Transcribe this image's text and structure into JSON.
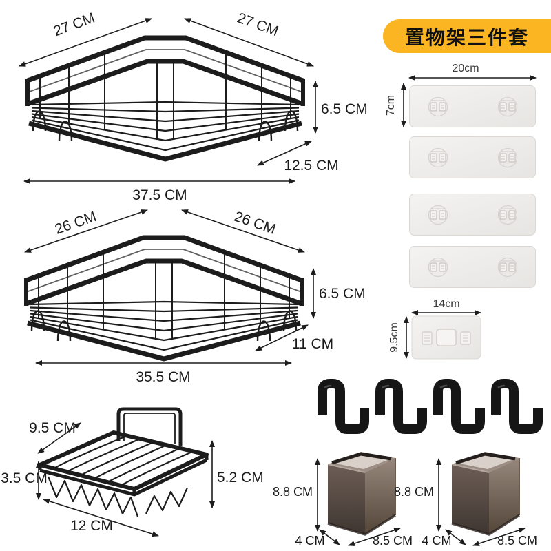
{
  "title_badge": {
    "text": "置物架三件套",
    "bg_color": "#FBB422"
  },
  "shelf_large": {
    "arm_left_label": "27 CM",
    "arm_right_label": "27 CM",
    "height_label": "6.5 CM",
    "depth_label": "12.5 CM",
    "width_label": "37.5 CM"
  },
  "shelf_small": {
    "arm_left_label": "26 CM",
    "arm_right_label": "26 CM",
    "height_label": "6.5 CM",
    "depth_label": "11 CM",
    "width_label": "35.5 CM"
  },
  "soap_dish": {
    "depth_label": "9.5 CM",
    "height_left_label": "3.5 CM",
    "height_right_label": "5.2 CM",
    "width_label": "12 CM"
  },
  "adhesive_large": {
    "width_label": "20cm",
    "height_label": "7cm",
    "count": 4
  },
  "adhesive_small": {
    "width_label": "14cm",
    "height_label": "9.5cm",
    "count": 1
  },
  "hooks": {
    "count": 4
  },
  "cup_left": {
    "height_label": "8.8 CM",
    "depth_label": "4 CM",
    "width_label": "8.5 CM"
  },
  "cup_right": {
    "height_label": "8.8 CM",
    "depth_label": "4 CM",
    "width_label": "8.5 CM"
  },
  "colors": {
    "badge": "#FBB422",
    "metal": "#1c1c1c",
    "dim_line": "#1d1d1d"
  }
}
